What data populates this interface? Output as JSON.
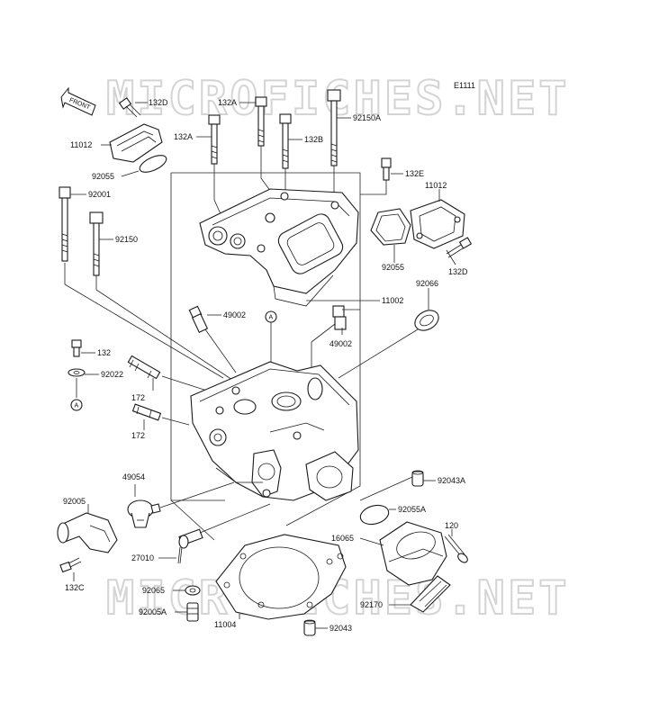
{
  "watermark": {
    "top": "MICROFICHES.NET",
    "bottom": "MICROFICHES.NET"
  },
  "code": "E1111",
  "front_label": "FRONT",
  "ref_marks": [
    "A",
    "A"
  ],
  "labels": {
    "p132D_top": "132D",
    "p132A_top": "132A",
    "p92150A": "92150A",
    "p132A_left": "132A",
    "p132B": "132B",
    "p11012_left": "11012",
    "p92055_left": "92055",
    "p132E": "132E",
    "p11012_right": "11012",
    "p92001": "92001",
    "p92150": "92150",
    "p92055_right": "92055",
    "p132D_right": "132D",
    "p92066": "92066",
    "p11002": "11002",
    "p49002_left": "49002",
    "p49002_right": "49002",
    "p132": "132",
    "p92022": "92022",
    "p172_a": "172",
    "p172_b": "172",
    "p49054": "49054",
    "p92043A": "92043A",
    "p92005": "92005",
    "p92055A": "92055A",
    "p120": "120",
    "p16065": "16065",
    "p27010": "27010",
    "p132C": "132C",
    "p92065": "92065",
    "p92170": "92170",
    "p92005A": "92005A",
    "p11004": "11004",
    "p92043": "92043"
  }
}
